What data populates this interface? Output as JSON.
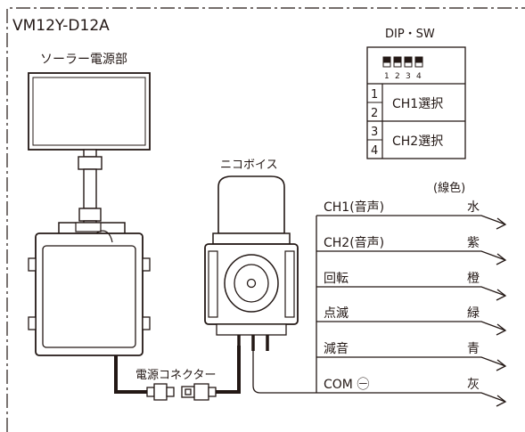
{
  "model": "VM12Y-D12A",
  "solar_label": "ソーラー電源部",
  "connector_label": "電源コネクター",
  "speaker_label": "ニコボイス",
  "dip": {
    "title": "DIP・SW",
    "switch_numbers": [
      "1",
      "2",
      "3",
      "4"
    ],
    "rows": [
      {
        "switches": [
          "1",
          "2"
        ],
        "label": "CH1選択"
      },
      {
        "switches": [
          "3",
          "4"
        ],
        "label": "CH2選択"
      }
    ]
  },
  "wire_color_header": "(線色)",
  "wires": [
    {
      "name": "CH1(音声)",
      "color": "水"
    },
    {
      "name": "CH2(音声)",
      "color": "紫"
    },
    {
      "name": "回転",
      "color": "橙"
    },
    {
      "name": "点滅",
      "color": "緑"
    },
    {
      "name": "減音",
      "color": "青"
    },
    {
      "name": "COM ㊀",
      "color": "灰"
    }
  ],
  "colors": {
    "line": "#231815",
    "background": "#ffffff"
  }
}
